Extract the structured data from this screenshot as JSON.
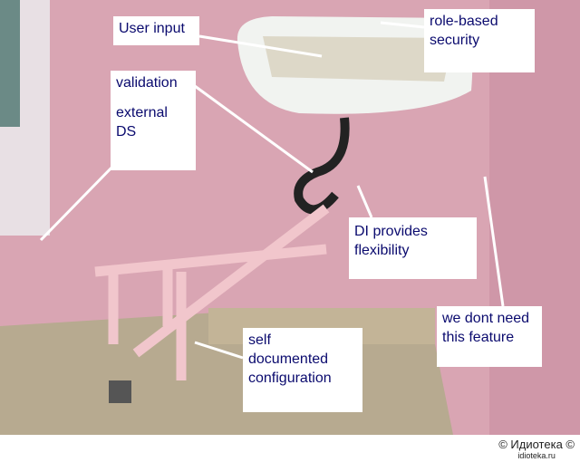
{
  "labels": {
    "user_input": "User input",
    "role_based": "role-based security",
    "validation": "validation",
    "external_ds": "external DS",
    "di": "DI provides flexibility",
    "not_needed": "we dont need this feature",
    "self_documented": "self documented configuration"
  },
  "watermark": {
    "brand": "© Идиотека ©",
    "site": "idioteka.ru"
  }
}
